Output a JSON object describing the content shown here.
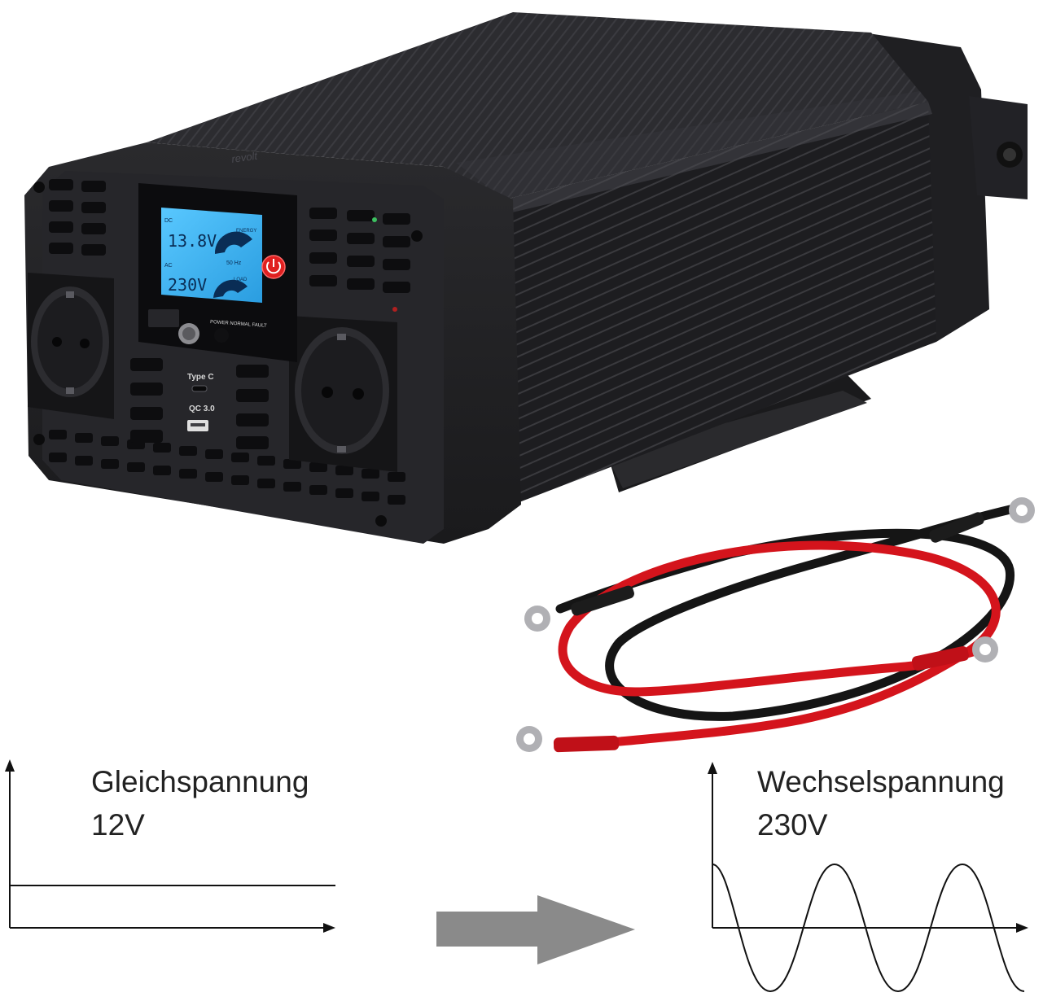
{
  "image": {
    "subject": "inverter-product-photo"
  },
  "inverter": {
    "brand": "revolt",
    "display": {
      "dc_label": "DC",
      "dc_value": "13.8V",
      "ac_label": "AC",
      "ac_value": "230V",
      "frequency": "50 Hz",
      "energy_label": "ENERGY",
      "load_label": "LOAD"
    },
    "indicators_label": "POWER NORMAL FAULT",
    "usb_c_label": "Type C",
    "qc_label": "QC 3.0"
  },
  "diagram": {
    "dc": {
      "title": "Gleichspannung",
      "voltage": "12V"
    },
    "ac": {
      "title": "Wechselspannung",
      "voltage": "230V"
    }
  },
  "colors": {
    "body": "#1c1c1f",
    "lcd": "#3fb4f0",
    "power_button": "#e02020",
    "cable_red": "#d4141c",
    "cable_black": "#151515",
    "arrow": "#8a8a8a"
  }
}
